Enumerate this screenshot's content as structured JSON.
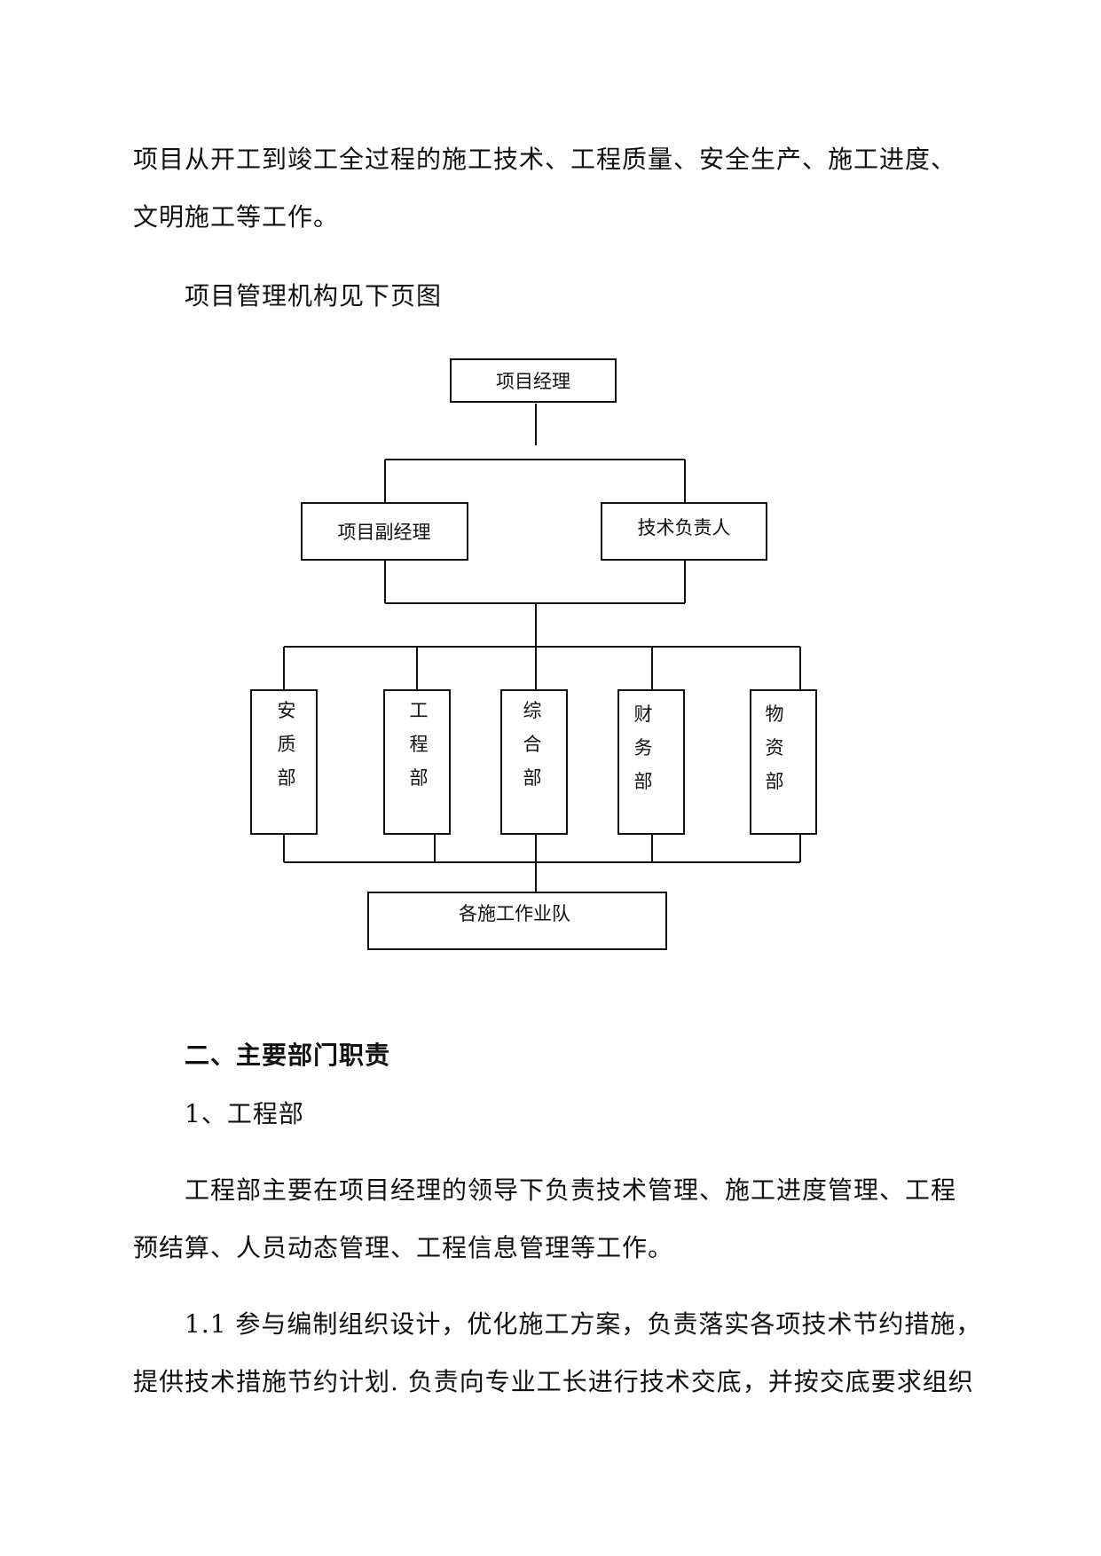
{
  "paragraph1": {
    "line1": "项目从开工到竣工全过程的施工技术、工程质量、安全生产、施工进度、",
    "line2": "文明施工等工作。"
  },
  "intro_line": "项目管理机构见下页图",
  "org_chart": {
    "top": "项目经理",
    "deputy": "项目副经理",
    "tech_lead": "技术负责人",
    "departments": [
      {
        "chars": [
          "安",
          "质",
          "部"
        ]
      },
      {
        "chars": [
          "工",
          "程",
          "部"
        ]
      },
      {
        "chars": [
          "综",
          "合",
          "部"
        ]
      },
      {
        "chars": [
          "财",
          "务",
          "部"
        ]
      },
      {
        "chars": [
          "物",
          "资",
          "部"
        ]
      }
    ],
    "teams": "各施工作业队"
  },
  "section_heading": "二、主要部门职责",
  "sub_heading": "1、工程部",
  "paragraph2": {
    "line1": "工程部主要在项目经理的领导下负责技术管理、施工进度管理、工程",
    "line2": "预结算、人员动态管理、工程信息管理等工作。"
  },
  "paragraph3": {
    "line1": "1.1 参与编制组织设计，优化施工方案，负责落实各项技术节约措施，",
    "line2": "提供技术措施节约计划. 负责向专业工长进行技术交底，并按交底要求组织"
  }
}
